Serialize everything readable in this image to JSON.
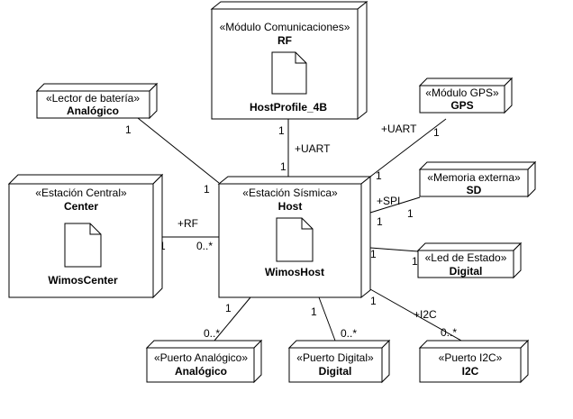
{
  "diagram": {
    "nodes": [
      {
        "id": "rf",
        "stereotype": "«Módulo Comunicaciones»",
        "name": "RF",
        "artifact": "HostProfile_4B"
      },
      {
        "id": "lector",
        "stereotype": "«Lector de batería»",
        "name": "Analógico"
      },
      {
        "id": "gps",
        "stereotype": "«Módulo GPS»",
        "name": "GPS"
      },
      {
        "id": "center",
        "stereotype": "«Estación Central»",
        "name": "Center",
        "artifact": "WimosCenter"
      },
      {
        "id": "host",
        "stereotype": "«Estación Sísmica»",
        "name": "Host",
        "artifact": "WimosHost"
      },
      {
        "id": "memoria",
        "stereotype": "«Memoria externa»",
        "name": "SD"
      },
      {
        "id": "led",
        "stereotype": "«Led de Estado»",
        "name": "Digital"
      },
      {
        "id": "p_analog",
        "stereotype": "«Puerto Analógico»",
        "name": "Analógico"
      },
      {
        "id": "p_digital",
        "stereotype": "«Puerto Digital»",
        "name": "Digital"
      },
      {
        "id": "p_i2c",
        "stereotype": "«Puerto I2C»",
        "name": "I2C"
      }
    ],
    "edges": [
      {
        "id": "host-rf",
        "label": "+UART",
        "mult_a": "1",
        "mult_b": "1"
      },
      {
        "id": "host-lector",
        "label": "",
        "mult_a": "1",
        "mult_b": "1"
      },
      {
        "id": "host-gps",
        "label": "+UART",
        "mult_a": "1",
        "mult_b": "1"
      },
      {
        "id": "host-center",
        "label": "+RF",
        "mult_a": "0..*",
        "mult_b": "1"
      },
      {
        "id": "host-memoria",
        "label": "+SPI",
        "mult_a": "1",
        "mult_b": "1"
      },
      {
        "id": "host-led",
        "label": "",
        "mult_a": "1",
        "mult_b": "1"
      },
      {
        "id": "host-panalog",
        "label": "",
        "mult_a": "1",
        "mult_b": "0..*"
      },
      {
        "id": "host-pdigital",
        "label": "",
        "mult_a": "1",
        "mult_b": "0..*"
      },
      {
        "id": "host-pi2c",
        "label": "+I2C",
        "mult_a": "1",
        "mult_b": "0..*"
      }
    ]
  }
}
